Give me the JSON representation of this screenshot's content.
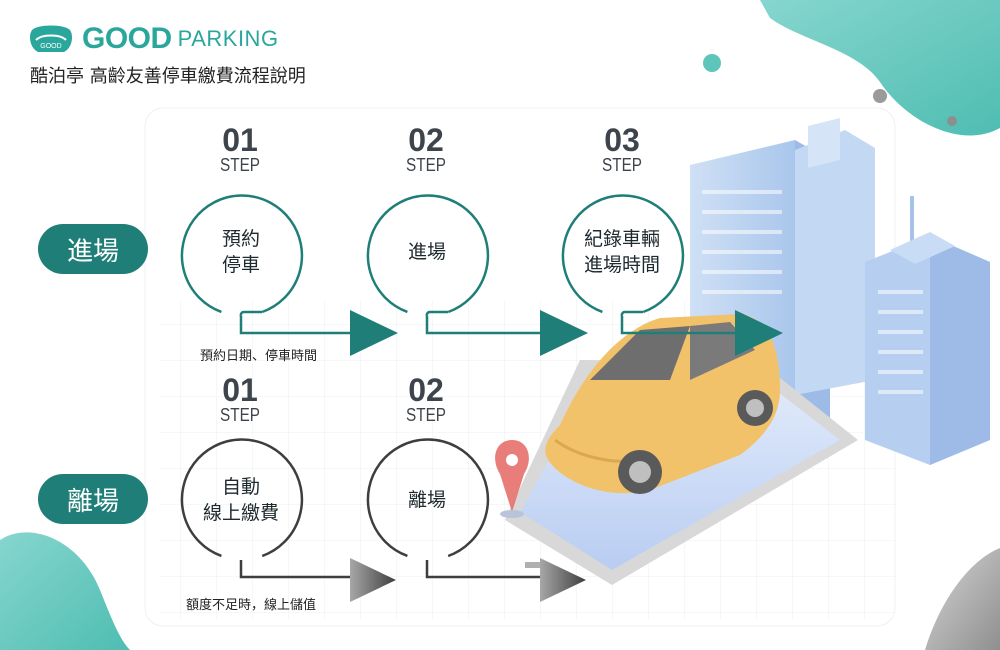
{
  "brand": {
    "logo_text": "GOOD",
    "name_bold": "GOOD",
    "name_light": "PARKING"
  },
  "subtitle": "酷泊亭 高齡友善停車繳費流程說明",
  "step_label": "STEP",
  "entry": {
    "label": "進場",
    "steps": [
      {
        "number": "01",
        "lines": [
          "預約",
          "停車"
        ]
      },
      {
        "number": "02",
        "lines": [
          "進場"
        ]
      },
      {
        "number": "03",
        "lines": [
          "紀錄車輛",
          "進場時間"
        ]
      }
    ],
    "note": "預約日期、停車時間"
  },
  "exit": {
    "label": "離場",
    "steps": [
      {
        "number": "01",
        "lines": [
          "自動",
          "線上繳費"
        ]
      },
      {
        "number": "02",
        "lines": [
          "離場"
        ]
      }
    ],
    "note": "額度不足時，線上儲值"
  },
  "colors": {
    "accent": "#1f7f78",
    "teal_light": "#64c7be",
    "gray_dark": "#3d444b",
    "panel": "#ffffff"
  }
}
